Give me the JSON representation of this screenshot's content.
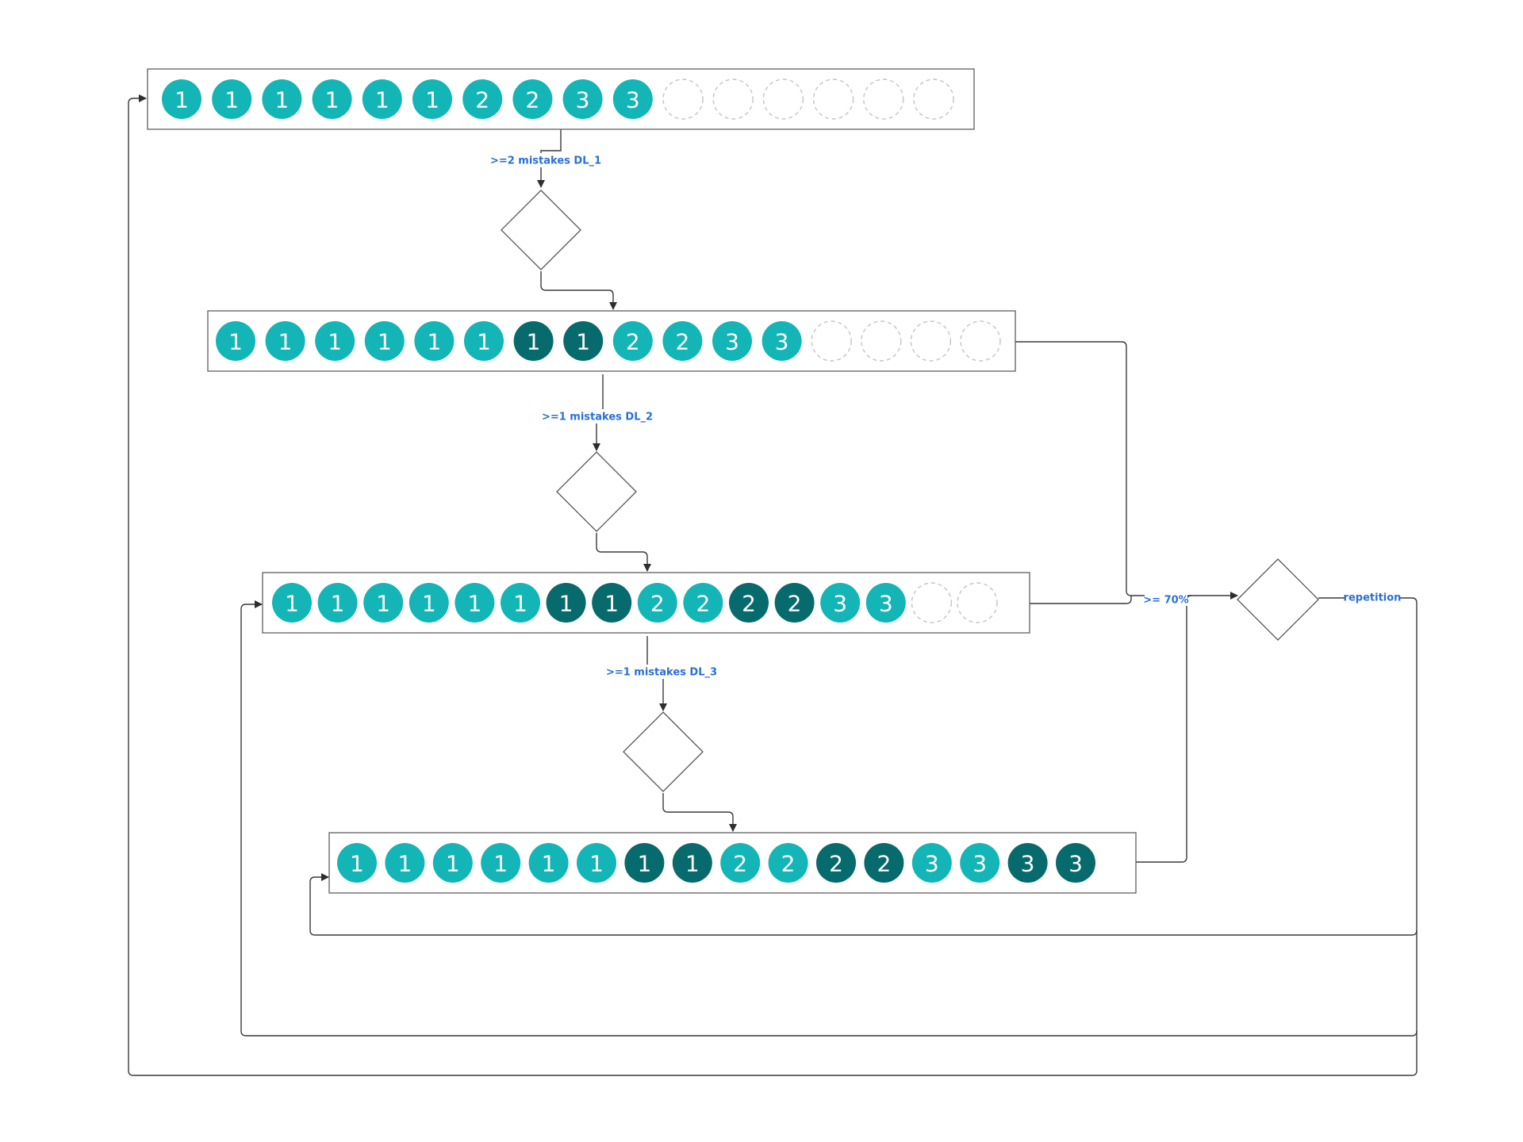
{
  "colors": {
    "light": "#14b5b6",
    "dark": "#076a6c",
    "label": "#2a6fd6",
    "line": "#3a3a3a"
  },
  "rows": [
    {
      "name": "stage-1-row",
      "items": [
        "1",
        "1",
        "1",
        "1",
        "1",
        "1",
        "2",
        "2",
        "3",
        "3",
        null,
        null,
        null,
        null,
        null,
        null
      ],
      "shades": [
        "light",
        "light",
        "light",
        "light",
        "light",
        "light",
        "light",
        "light",
        "light",
        "light",
        null,
        null,
        null,
        null,
        null,
        null
      ]
    },
    {
      "name": "stage-2-row",
      "items": [
        "1",
        "1",
        "1",
        "1",
        "1",
        "1",
        "1",
        "1",
        "2",
        "2",
        "3",
        "3",
        null,
        null,
        null,
        null
      ],
      "shades": [
        "light",
        "light",
        "light",
        "light",
        "light",
        "light",
        "dark",
        "dark",
        "light",
        "light",
        "light",
        "light",
        null,
        null,
        null,
        null
      ]
    },
    {
      "name": "stage-3-row",
      "items": [
        "1",
        "1",
        "1",
        "1",
        "1",
        "1",
        "1",
        "1",
        "2",
        "2",
        "2",
        "2",
        "3",
        "3",
        null,
        null
      ],
      "shades": [
        "light",
        "light",
        "light",
        "light",
        "light",
        "light",
        "dark",
        "dark",
        "light",
        "light",
        "dark",
        "dark",
        "light",
        "light",
        null,
        null
      ]
    },
    {
      "name": "stage-4-row",
      "items": [
        "1",
        "1",
        "1",
        "1",
        "1",
        "1",
        "1",
        "1",
        "2",
        "2",
        "2",
        "2",
        "3",
        "3",
        "3",
        "3"
      ],
      "shades": [
        "light",
        "light",
        "light",
        "light",
        "light",
        "light",
        "dark",
        "dark",
        "light",
        "light",
        "dark",
        "dark",
        "light",
        "light",
        "dark",
        "dark"
      ]
    }
  ],
  "labels": {
    "dl1": ">=2 mistakes DL_1",
    "dl2": ">=1 mistakes DL_2",
    "dl3": ">=1 mistakes DL_3",
    "threshold": ">= 70%",
    "repetition": "repetition"
  }
}
